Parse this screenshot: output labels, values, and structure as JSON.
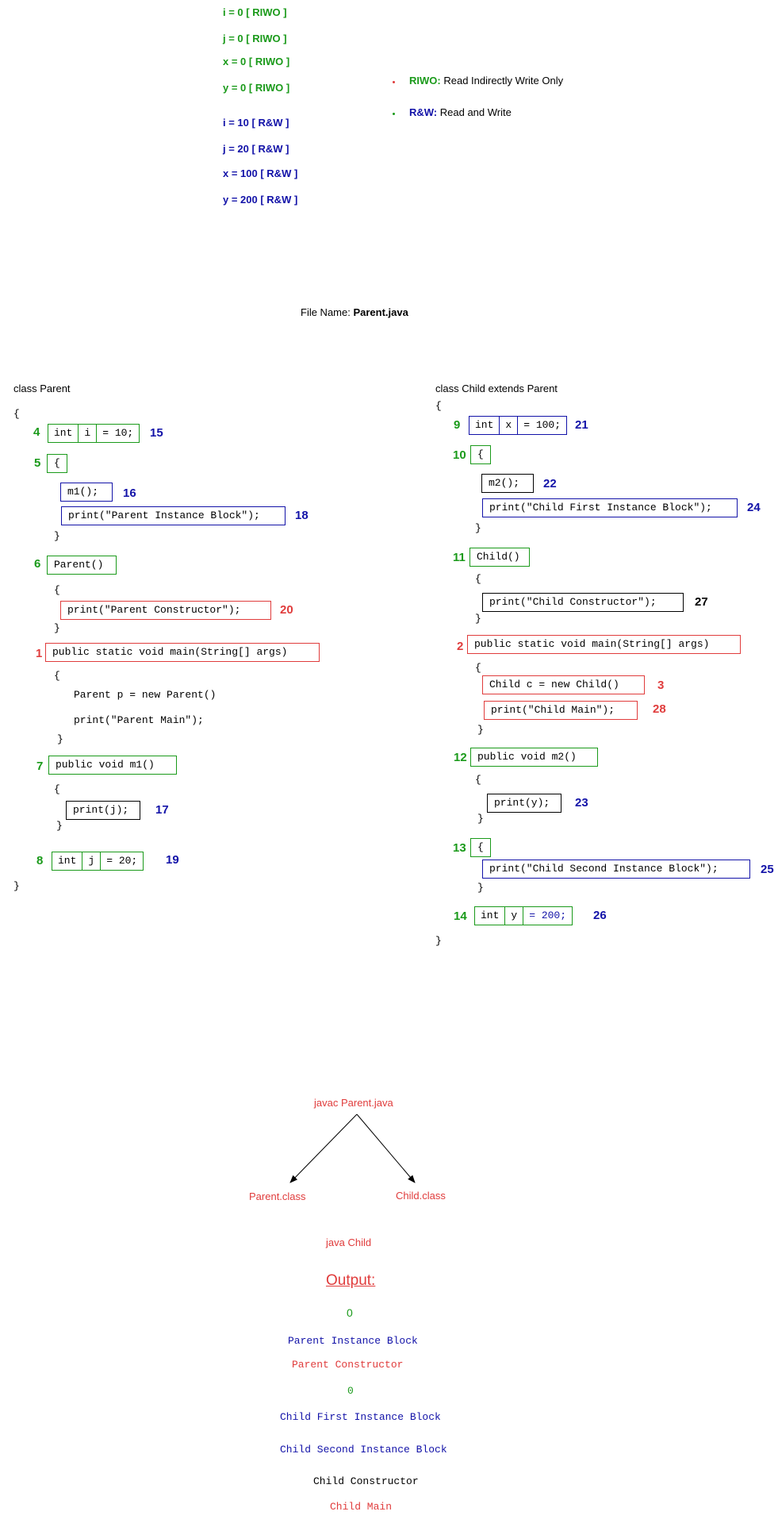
{
  "variables_riwo": [
    "i = 0 [ RIWO ]",
    "j = 0 [ RIWO ]",
    "x = 0 [ RIWO ]",
    "y = 0 [ RIWO ]"
  ],
  "variables_rw": [
    "i = 10 [ R&W ]",
    "j = 20 [ R&W ]",
    "x = 100 [ R&W ]",
    "y = 200 [ R&W ]"
  ],
  "legend": {
    "riwo_term": "RIWO:",
    "riwo_text": "Read Indirectly Write Only",
    "rw_term": "R&W:",
    "rw_text": "Read and Write"
  },
  "file_label": "File Name: ",
  "file_name": "Parent.java",
  "parent": {
    "header": "class Parent",
    "open": "{",
    "close": "}",
    "step4": "4",
    "int_i": [
      "int",
      "i",
      "= 10;"
    ],
    "step15": "15",
    "step5": "5",
    "block_open": "{",
    "m1_call": "m1();",
    "step16": "16",
    "print_pib": "print(\"Parent Instance Block\");",
    "step18": "18",
    "block_close": "}",
    "step6": "6",
    "ctor": "Parent()",
    "ctor_open": "{",
    "print_pc": "print(\"Parent Constructor\");",
    "step20": "20",
    "ctor_close": "}",
    "step1": "1",
    "main": "public static void main(String[] args)",
    "main_open": "{",
    "main_line1": "Parent p = new Parent()",
    "main_line2": "print(\"Parent Main\");",
    "main_close": "}",
    "step7": "7",
    "m1_decl": "public void m1()",
    "m1_open": "{",
    "print_j": "print(j);",
    "step17": "17",
    "m1_close": "}",
    "step8": "8",
    "int_j": [
      "int",
      "j",
      "= 20;"
    ],
    "step19": "19"
  },
  "child": {
    "header": "class Child extends Parent",
    "open": "{",
    "close": "}",
    "step9": "9",
    "int_x": [
      "int",
      "x",
      "= 100;"
    ],
    "step21": "21",
    "step10": "10",
    "block1_open": "{",
    "m2_call": "m2();",
    "step22": "22",
    "print_cfib": "print(\"Child First Instance Block\");",
    "step24": "24",
    "block1_close": "}",
    "step11": "11",
    "ctor": "Child()",
    "ctor_open": "{",
    "print_cc": "print(\"Child Constructor\");",
    "step27": "27",
    "ctor_close": "}",
    "step2": "2",
    "main": "public static void main(String[] args)",
    "main_open": "{",
    "new_child": "Child c = new Child()",
    "step3": "3",
    "print_cm": "print(\"Child Main\");",
    "step28": "28",
    "main_close": "}",
    "step12": "12",
    "m2_decl": "public void m2()",
    "m2_open": "{",
    "print_y": "print(y);",
    "step23": "23",
    "m2_close": "}",
    "step13": "13",
    "block2_open": "{",
    "print_csib": "print(\"Child Second Instance Block\");",
    "step25": "25",
    "block2_close": "}",
    "step14": "14",
    "int_y": [
      "int",
      "y",
      "= 200;"
    ],
    "step26": "26"
  },
  "compile": {
    "command": "javac Parent.java",
    "output1": "Parent.class",
    "output2": "Child.class",
    "run": "java Child"
  },
  "output": {
    "title": "Output:",
    "lines": [
      "0",
      "Parent Instance Block",
      "Parent Constructor",
      "0",
      "Child First Instance Block",
      "Child Second Instance Block",
      "Child Constructor",
      "Child Main"
    ]
  },
  "colors": {
    "green": "#1a9a1a",
    "blue": "#1212a8",
    "red": "#e03c3c"
  }
}
